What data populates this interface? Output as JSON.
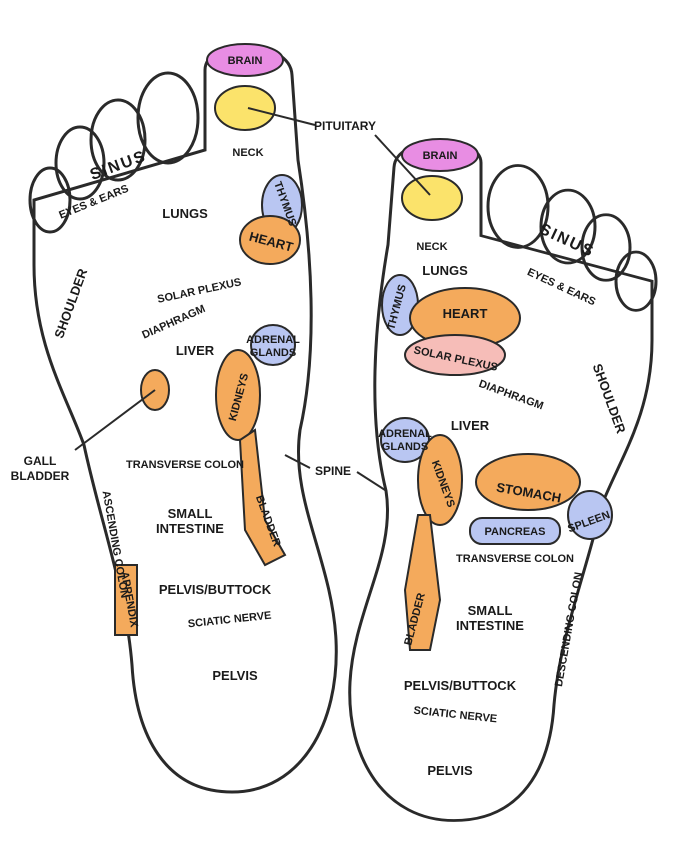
{
  "colors": {
    "salmon": "#f0857a",
    "yellow": "#fbe36b",
    "blue": "#6f88e3",
    "light_blue": "#b9c6f2",
    "pink": "#f6bdb8",
    "orange": "#f4aa5c",
    "magenta": "#e88de3",
    "lavender": "#c7ccf6",
    "outline": "#2a2a2a"
  },
  "external_labels": {
    "pituitary": "PITUITARY",
    "gall_bladder_1": "GALL",
    "gall_bladder_2": "BLADDER",
    "spine": "SPINE"
  },
  "left_foot": {
    "brain": "BRAIN",
    "neck": "NECK",
    "sinus": "SINUS",
    "eyes_ears": "EYES & EARS",
    "lungs": "LUNGS",
    "thymus": "THYMUS",
    "heart": "HEART",
    "shoulder": "SHOULDER",
    "solar_plexus": "SOLAR PLEXUS",
    "diaphragm": "DIAPHRAGM",
    "liver": "LIVER",
    "adrenal_1": "ADRENAL",
    "adrenal_2": "GLANDS",
    "kidneys": "KIDNEYS",
    "transverse_colon": "TRANSVERSE COLON",
    "small_intestine_1": "SMALL",
    "small_intestine_2": "INTESTINE",
    "bladder": "BLADDER",
    "ascending_colon": "ASCENDING COLON",
    "appendix": "APPENDIX",
    "pelvis_buttock": "PELVIS/BUTTOCK",
    "sciatic_nerve": "SCIATIC NERVE",
    "pelvis": "PELVIS"
  },
  "right_foot": {
    "brain": "BRAIN",
    "neck": "NECK",
    "sinus": "SINUS",
    "eyes_ears": "EYES & EARS",
    "lungs": "LUNGS",
    "thymus": "THYMUS",
    "heart": "HEART",
    "solar_plexus": "SOLAR PLEXUS",
    "shoulder": "SHOULDER",
    "diaphragm": "DIAPHRAGM",
    "liver": "LIVER",
    "adrenal_1": "ADRENAL",
    "adrenal_2": "GLANDS",
    "kidneys": "KIDNEYS",
    "stomach": "STOMACH",
    "pancreas": "PANCREAS",
    "spleen": "SPLEEN",
    "transverse_colon": "TRANSVERSE COLON",
    "descending_colon": "DESCENDING COLON",
    "small_intestine_1": "SMALL",
    "small_intestine_2": "INTESTINE",
    "bladder": "BLADDER",
    "pelvis_buttock": "PELVIS/BUTTOCK",
    "sciatic_nerve": "SCIATIC NERVE",
    "pelvis": "PELVIS"
  }
}
